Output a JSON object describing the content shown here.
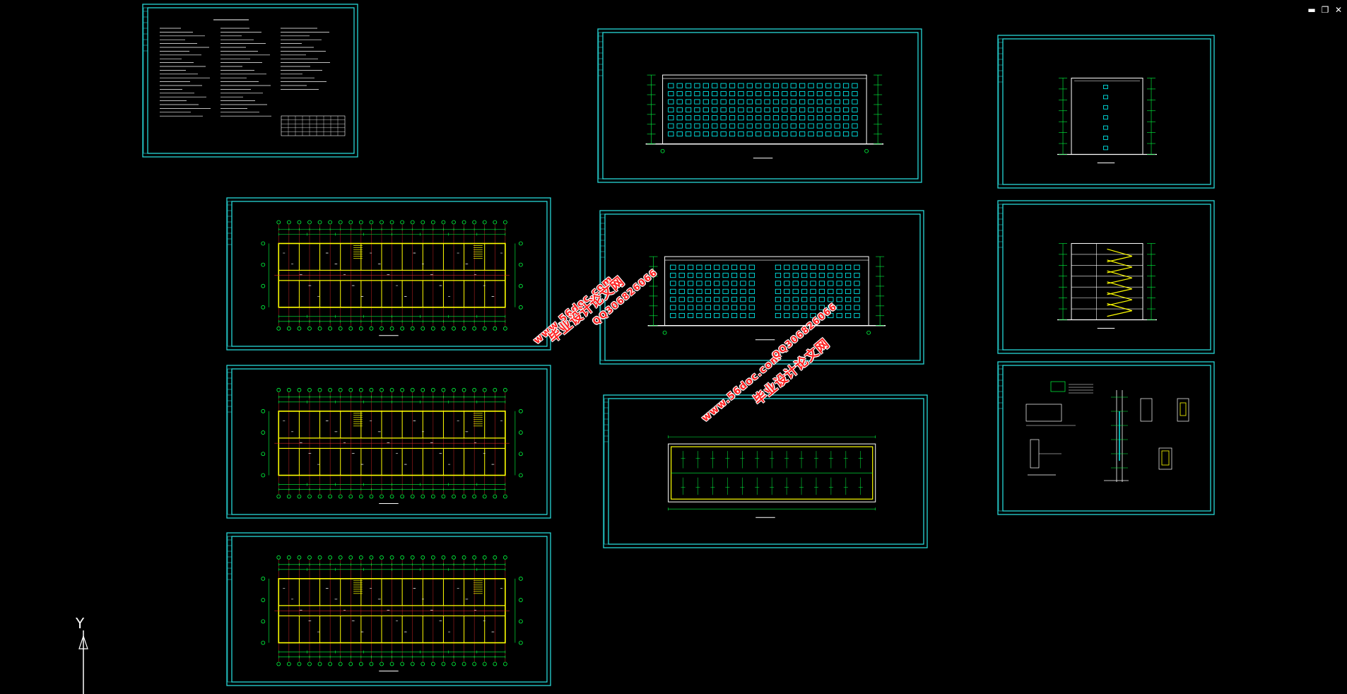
{
  "window_controls": {
    "minimize": "▬",
    "restore": "❐",
    "close": "✕"
  },
  "colors": {
    "frame": "#27d6d6",
    "wall": "#ffff00",
    "line": "#00ff40",
    "grid": "#ff3030",
    "window": "#00ffff",
    "text": "#ffffff",
    "watermark": "#ff2020"
  },
  "sheets": [
    {
      "id": "design-notes",
      "kind": "notes"
    },
    {
      "id": "front-elevation",
      "kind": "elevation"
    },
    {
      "id": "side-elevation-left",
      "kind": "side"
    },
    {
      "id": "ground-floor-plan",
      "kind": "plan"
    },
    {
      "id": "rear-elevation",
      "kind": "elevation2"
    },
    {
      "id": "side-elevation-right",
      "kind": "side2"
    },
    {
      "id": "standard-floor-plan",
      "kind": "plan"
    },
    {
      "id": "roof-plan",
      "kind": "roof"
    },
    {
      "id": "details",
      "kind": "details"
    },
    {
      "id": "top-floor-plan",
      "kind": "plan"
    }
  ],
  "watermarks": [
    {
      "site": "www.56doc.com",
      "title": "毕业设计论文网",
      "qq": "QQ306826066"
    },
    {
      "site": "www.56doc.com",
      "title": "毕业设计论文网",
      "qq": "QQ306826066"
    }
  ],
  "ucs": {
    "y_label": "Y"
  }
}
